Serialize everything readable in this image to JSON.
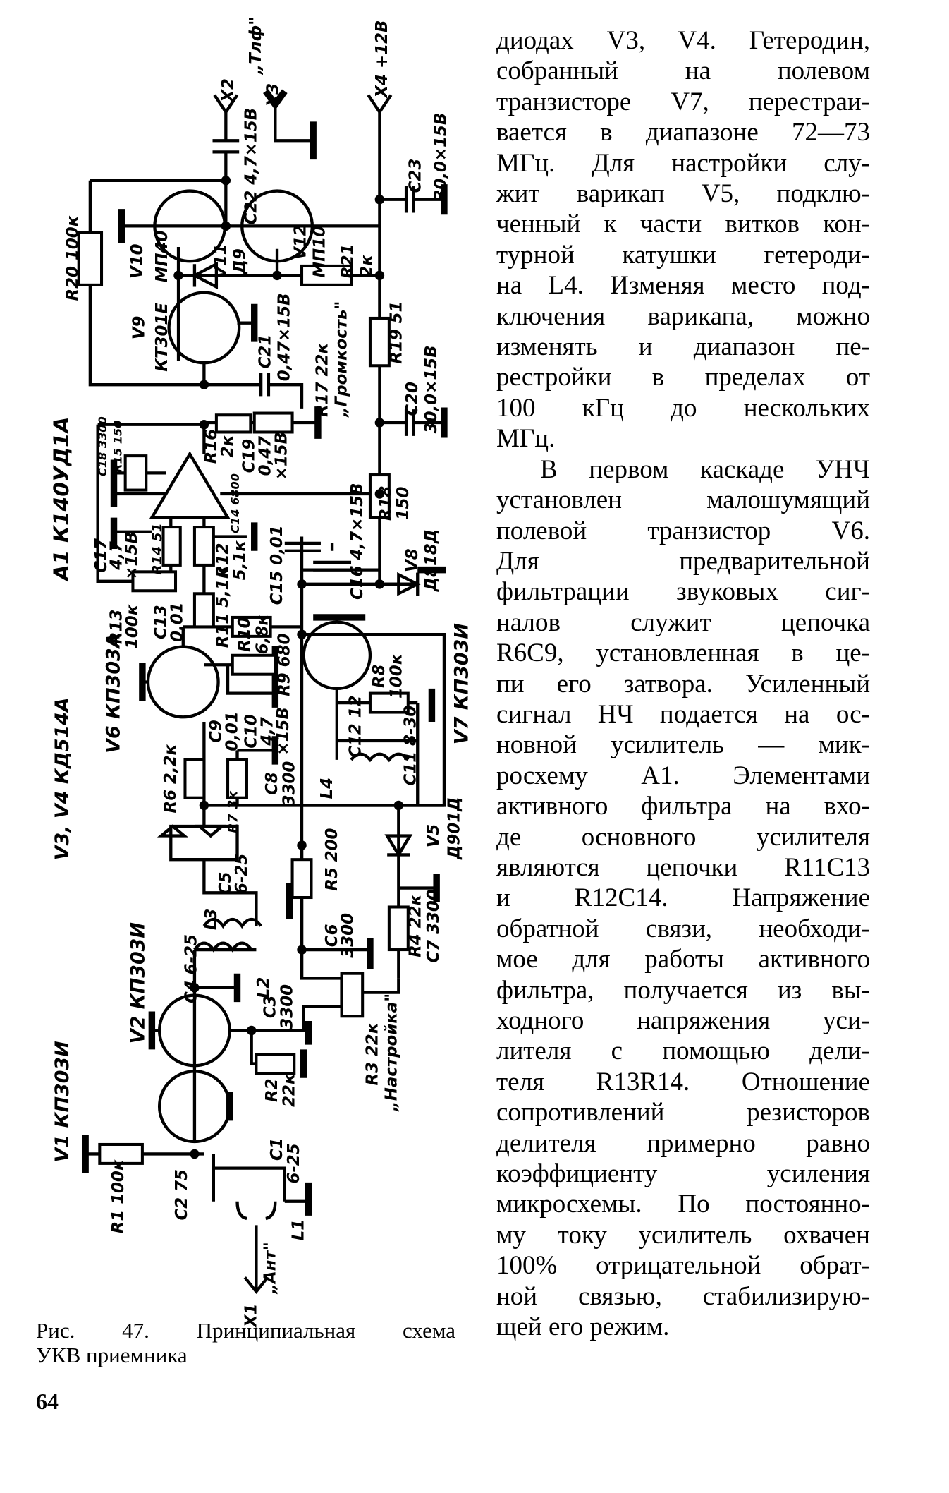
{
  "diagram": {
    "labels": [
      "R20 100к",
      "X2",
      "„Тлф\"",
      "X3",
      "C22 4,7×15В",
      "X4 +12В",
      "C23",
      "30,0×15В",
      "V10",
      "МП40",
      "V11",
      "Д9",
      "V12",
      "МП10",
      "R21",
      "2к",
      "V9",
      "КТ301Е",
      "C21",
      "0,47×15В",
      "R17 22к",
      "„Громкость\"",
      "R19 51",
      "C20",
      "30,0×15В",
      "A1 К140УД1А",
      "C18 3300",
      "R15 150",
      "R16",
      "2к",
      "C19",
      "0,47",
      "×15В",
      "C17",
      "4,7",
      "×15В",
      "R14 51",
      "R12",
      "5,1к",
      "C14 6800",
      "C15 0,01",
      "C16 4,7×15В",
      "R18",
      "150",
      "V8",
      "Д818Д",
      "R13",
      "100к",
      "C13",
      "0,01",
      "R11 5,1к",
      "R10",
      "6,8к",
      "R9 680",
      "V6 КП303А",
      "C9",
      "0,01",
      "C10",
      "4,7",
      "×15В",
      "R6 2,2к",
      "R7 3к",
      "C8",
      "3300",
      "L4",
      "C12 12",
      "R8",
      "100к",
      "C11 8-30",
      "V7 КП303И",
      "V3, V4  КД514А",
      "C5",
      "6-25",
      "L3",
      "V5",
      "Д901Д",
      "R5 200",
      "C6",
      "3300",
      "R4 22к",
      "C7 3300",
      "V2 КП303И",
      "C4 6-25",
      "L2",
      "C3",
      "3300",
      "R3 22к",
      "„Настройка\"",
      "R2",
      "22к",
      "V1 КП303И",
      "C1",
      "6-25",
      "R1 100к",
      "C2 75",
      "L1",
      "X1",
      "„Ант\""
    ]
  },
  "text": {
    "paragraphs": [
      {
        "lines": [
          "диодах V3, V4. Гетеродин,",
          "собранный на полевом",
          "транзисторе V7, перестраи-",
          "вается в диапазоне 72—73",
          "МГц. Для настройки слу-",
          "жит варикап V5, подклю-",
          "ченный к части витков кон-",
          "турной катушки гетероди-",
          "на L4. Изменяя место под-",
          "ключения варикапа, можно",
          "изменять и диапазон пе-",
          "рестройки в пределах от",
          "100 кГц до нескольких",
          "МГц."
        ]
      },
      {
        "lines": [
          "В первом каскаде УНЧ",
          "установлен малошумящий",
          "полевой транзистор V6.",
          "Для предварительной",
          "фильтрации звуковых сиг-",
          "налов служит цепочка",
          "R6C9, установленная в це-",
          "пи его затвора. Усиленный",
          "сигнал НЧ подается на ос-",
          "новной усилитель — мик-",
          "росхему A1. Элементами",
          "активного фильтра на вхо-",
          "де основного усилителя",
          "являются цепочки R11C13",
          "и R12C14. Напряжение",
          "обратной связи, необходи-",
          "мое для работы активного",
          "фильтра, получается из вы-",
          "ходного напряжения уси-",
          "лителя с помощью дели-",
          "теля R13R14. Отношение",
          "сопротивлений резисторов",
          "делителя примерно равно",
          "коэффициенту усиления",
          "микросхемы. По постоянно-",
          "му току усилитель охвачен",
          "100% отрицательной обрат-",
          "ной связью, стабилизирую-",
          "щей его режим."
        ]
      }
    ]
  },
  "caption": {
    "line1": "Рис. 47. Принципиальная схема",
    "line2": "УКВ приемника"
  },
  "page_number": "64"
}
